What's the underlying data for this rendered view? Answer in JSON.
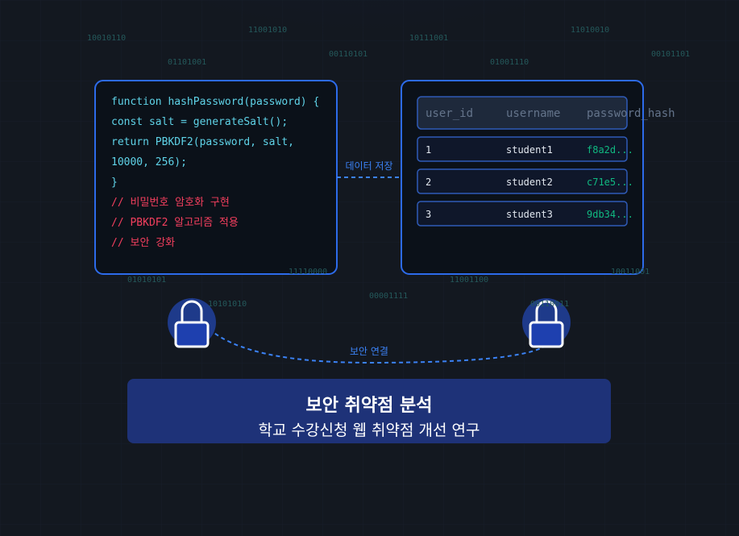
{
  "background_binary": [
    "10010110",
    "11001010",
    "10111001",
    "11010010",
    "01101001",
    "00110101",
    "01001110",
    "00101101",
    "01010101",
    "10101010",
    "11110000",
    "00001111",
    "11001100",
    "00110011",
    "10011001"
  ],
  "code_panel": {
    "lines": [
      {
        "text": "function hashPassword(password) {",
        "kind": "code"
      },
      {
        "text": "const salt = generateSalt();",
        "kind": "code"
      },
      {
        "text": "return PBKDF2(password, salt,",
        "kind": "code"
      },
      {
        "text": "10000, 256);",
        "kind": "code"
      },
      {
        "text": "}",
        "kind": "code"
      },
      {
        "text": "// 비밀번호 암호화 구현",
        "kind": "comment"
      },
      {
        "text": "// PBKDF2 알고리즘 적용",
        "kind": "comment"
      },
      {
        "text": "// 보안 강화",
        "kind": "comment"
      }
    ]
  },
  "connector_label": "데이터 저장",
  "db_table": {
    "headers": [
      "user_id",
      "username",
      "password_hash"
    ],
    "rows": [
      [
        "1",
        "student1",
        "f8a2d..."
      ],
      [
        "2",
        "student2",
        "c71e5..."
      ],
      [
        "3",
        "student3",
        "9db34..."
      ]
    ]
  },
  "lock_link_label": "보안 연결",
  "title_banner": {
    "title": "보안 취약점 분석",
    "subtitle": "학교 수강신청 웹 취약점 개선 연구"
  },
  "colors": {
    "accent": "#2d6bea",
    "code": "#5fd3e8",
    "comment": "#f43f5e",
    "hash": "#10b981",
    "banner": "#1e3278"
  },
  "icons": [
    "lock-icon",
    "lock-icon"
  ]
}
